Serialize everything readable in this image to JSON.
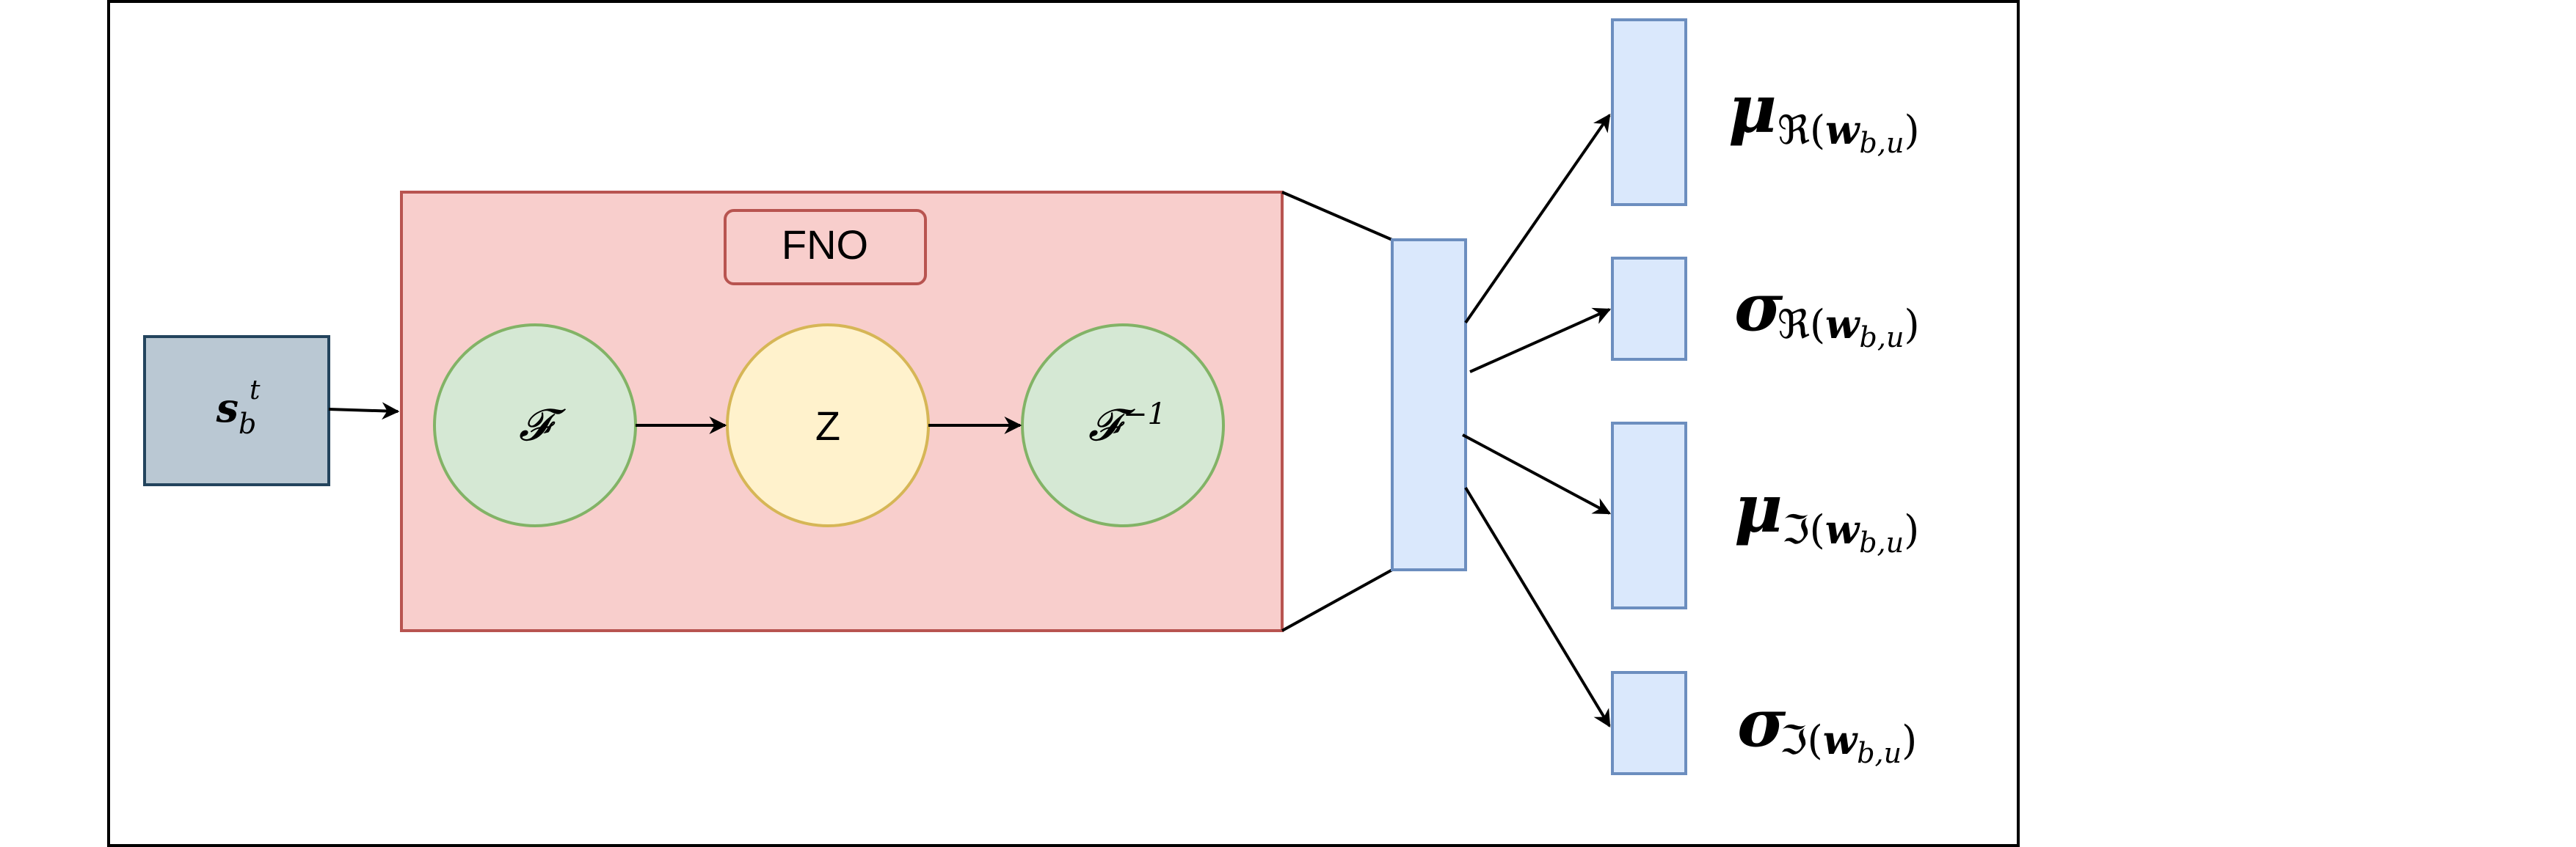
{
  "diagram": {
    "input": {
      "symbol": "s",
      "superscript": "t",
      "subscript": "b"
    },
    "fno_block": {
      "label": "FNO",
      "nodes": [
        {
          "id": "fourier",
          "symbol": "𝓕",
          "superscript": "",
          "fill": "#d5e8d4",
          "stroke": "#82b366"
        },
        {
          "id": "z",
          "symbol": "Z",
          "superscript": "",
          "fill": "#fff2cc",
          "stroke": "#d6b656"
        },
        {
          "id": "inverse-fourier",
          "symbol": "𝓕",
          "superscript": "−1",
          "fill": "#d5e8d4",
          "stroke": "#82b366"
        }
      ],
      "fill": "#f8cecc",
      "stroke": "#b85450"
    },
    "latent_vector": {
      "fill": "#dae8fc",
      "stroke": "#6c8ebf"
    },
    "outputs": [
      {
        "id": "mu-real",
        "greek": "μ",
        "part": "ℜ",
        "var": "w",
        "sub": "b,u"
      },
      {
        "id": "sigma-real",
        "greek": "σ",
        "part": "ℜ",
        "var": "w",
        "sub": "b,u"
      },
      {
        "id": "mu-imag",
        "greek": "μ",
        "part": "ℑ",
        "var": "w",
        "sub": "b,u"
      },
      {
        "id": "sigma-imag",
        "greek": "σ",
        "part": "ℑ",
        "var": "w",
        "sub": "b,u"
      }
    ],
    "colors": {
      "input_fill": "#bac8d3",
      "input_stroke": "#23445d",
      "output_fill": "#dae8fc",
      "output_stroke": "#6c8ebf",
      "frame": "#000000"
    }
  }
}
